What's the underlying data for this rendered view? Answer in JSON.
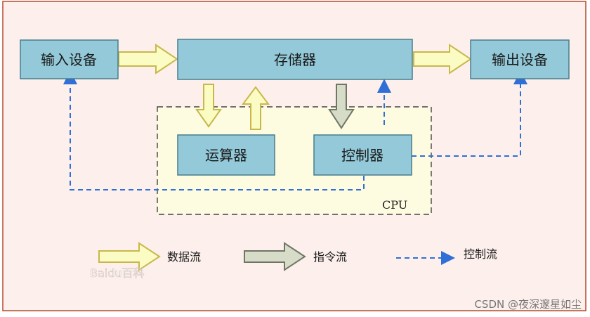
{
  "diagram": {
    "nodes": {
      "input_device": "输入设备",
      "memory": "存储器",
      "output_device": "输出设备",
      "alu": "运算器",
      "controller": "控制器"
    },
    "cpu_label": "CPU",
    "legend": {
      "data_flow": "数据流",
      "instruction_flow": "指令流",
      "control_flow": "控制流"
    },
    "colors": {
      "frame_fill": "#fdf0ec",
      "frame_border": "#b34a2e",
      "box_fill": "#93c9d8",
      "box_border": "#4a7d8c",
      "cpu_fill": "#fdfbe0",
      "data_arrow_fill": "#fbfbc4",
      "data_arrow_stroke": "#c8b84a",
      "instruction_arrow_fill": "#d6dcc8",
      "instruction_arrow_stroke": "#6f7666",
      "control_flow": "#2f6fd6"
    }
  },
  "watermarks": {
    "baidu": "Baidu百科",
    "csdn": "CSDN @夜深邃星如尘"
  }
}
